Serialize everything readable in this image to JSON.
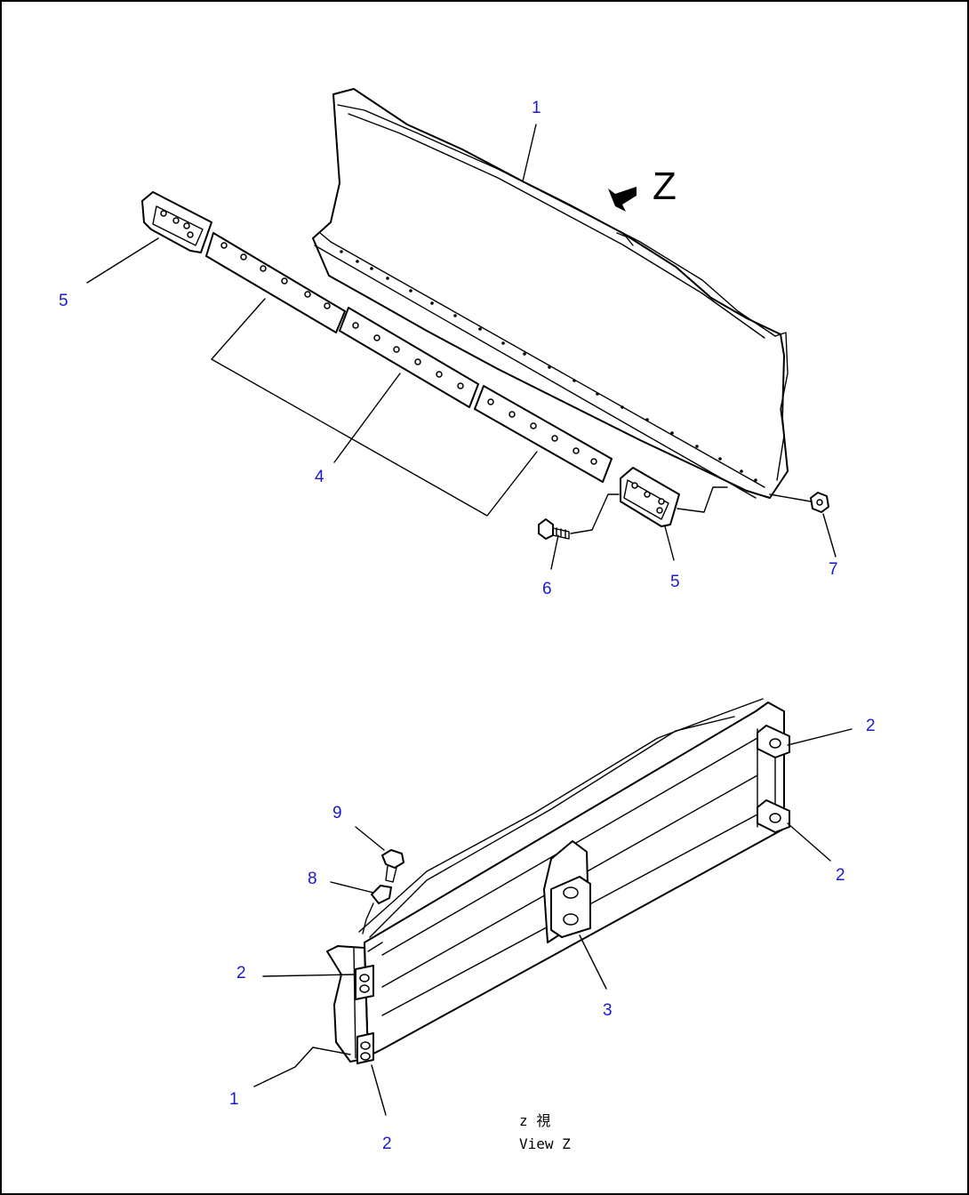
{
  "callouts": {
    "top_1": "1",
    "top_4": "4",
    "top_5_left": "5",
    "top_5_right": "5",
    "top_6": "6",
    "top_7": "7",
    "bottom_1": "1",
    "bottom_2_left_top": "2",
    "bottom_2_left_bottom": "2",
    "bottom_2_right_top": "2",
    "bottom_2_right_bottom": "2",
    "bottom_3": "3",
    "bottom_8": "8",
    "bottom_9": "9"
  },
  "view_arrow_label": "Z",
  "view_caption": {
    "line1": "z  視",
    "line2": "View Z"
  },
  "colors": {
    "callout": "#1a1acc",
    "line": "#000000",
    "background": "#ffffff"
  }
}
